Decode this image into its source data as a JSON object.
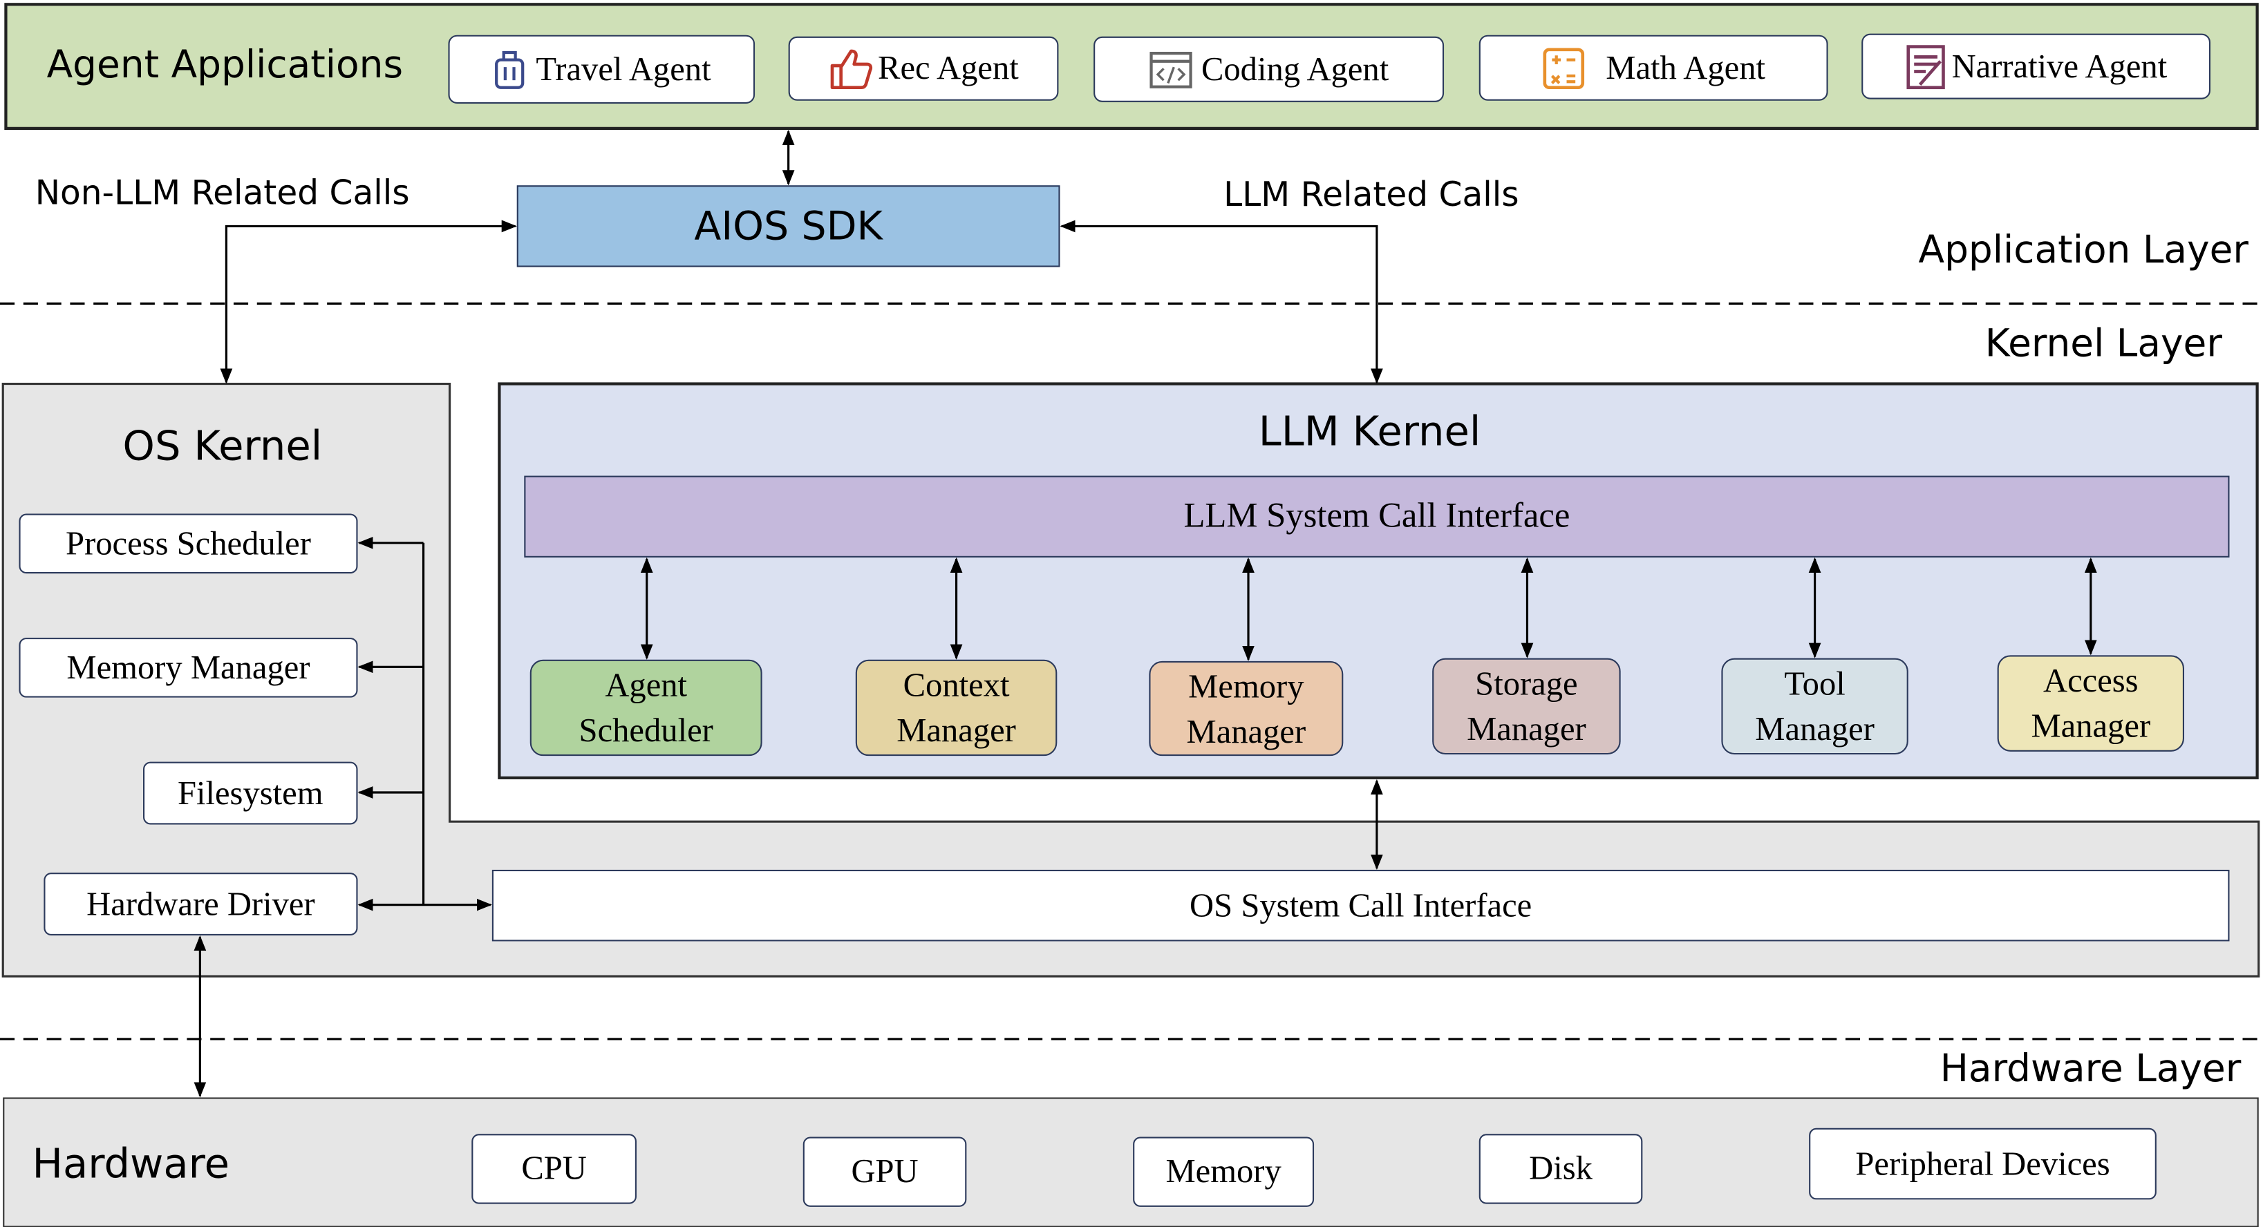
{
  "application_layer": {
    "label": "Application Layer",
    "agent_applications": {
      "title": "Agent Applications",
      "agents": [
        {
          "label": "Travel Agent",
          "icon": "luggage-icon",
          "color": "#3b4a8c"
        },
        {
          "label": "Rec Agent",
          "icon": "thumbs-up-icon",
          "color": "#c0392b"
        },
        {
          "label": "Coding Agent",
          "icon": "code-window-icon",
          "color": "#666666"
        },
        {
          "label": "Math Agent",
          "icon": "calculator-icon",
          "color": "#e8902c"
        },
        {
          "label": "Narrative Agent",
          "icon": "document-pen-icon",
          "color": "#7b3a5e"
        }
      ]
    },
    "sdk": "AIOS SDK",
    "non_llm_calls": "Non-LLM Related Calls",
    "llm_calls": "LLM Related Calls"
  },
  "kernel_layer": {
    "label": "Kernel Layer",
    "os_kernel": {
      "title": "OS Kernel",
      "items": [
        "Process Scheduler",
        "Memory Manager",
        "Filesystem",
        "Hardware Driver"
      ],
      "syscall": "OS System Call Interface"
    },
    "llm_kernel": {
      "title": "LLM Kernel",
      "syscall": "LLM System Call Interface",
      "modules": [
        {
          "line1": "Agent",
          "line2": "Scheduler",
          "color": "#b0d39e"
        },
        {
          "line1": "Context",
          "line2": "Manager",
          "color": "#e4d4a3"
        },
        {
          "line1": "Memory",
          "line2": "Manager",
          "color": "#ebc9ad"
        },
        {
          "line1": "Storage",
          "line2": "Manager",
          "color": "#d7c3c2"
        },
        {
          "line1": "Tool",
          "line2": "Manager",
          "color": "#d6e1e7"
        },
        {
          "line1": "Access",
          "line2": "Manager",
          "color": "#eee6b8"
        }
      ]
    }
  },
  "hardware_layer": {
    "label": "Hardware Layer",
    "title": "Hardware",
    "devices": [
      "CPU",
      "GPU",
      "Memory",
      "Disk",
      "Peripheral Devices"
    ]
  }
}
